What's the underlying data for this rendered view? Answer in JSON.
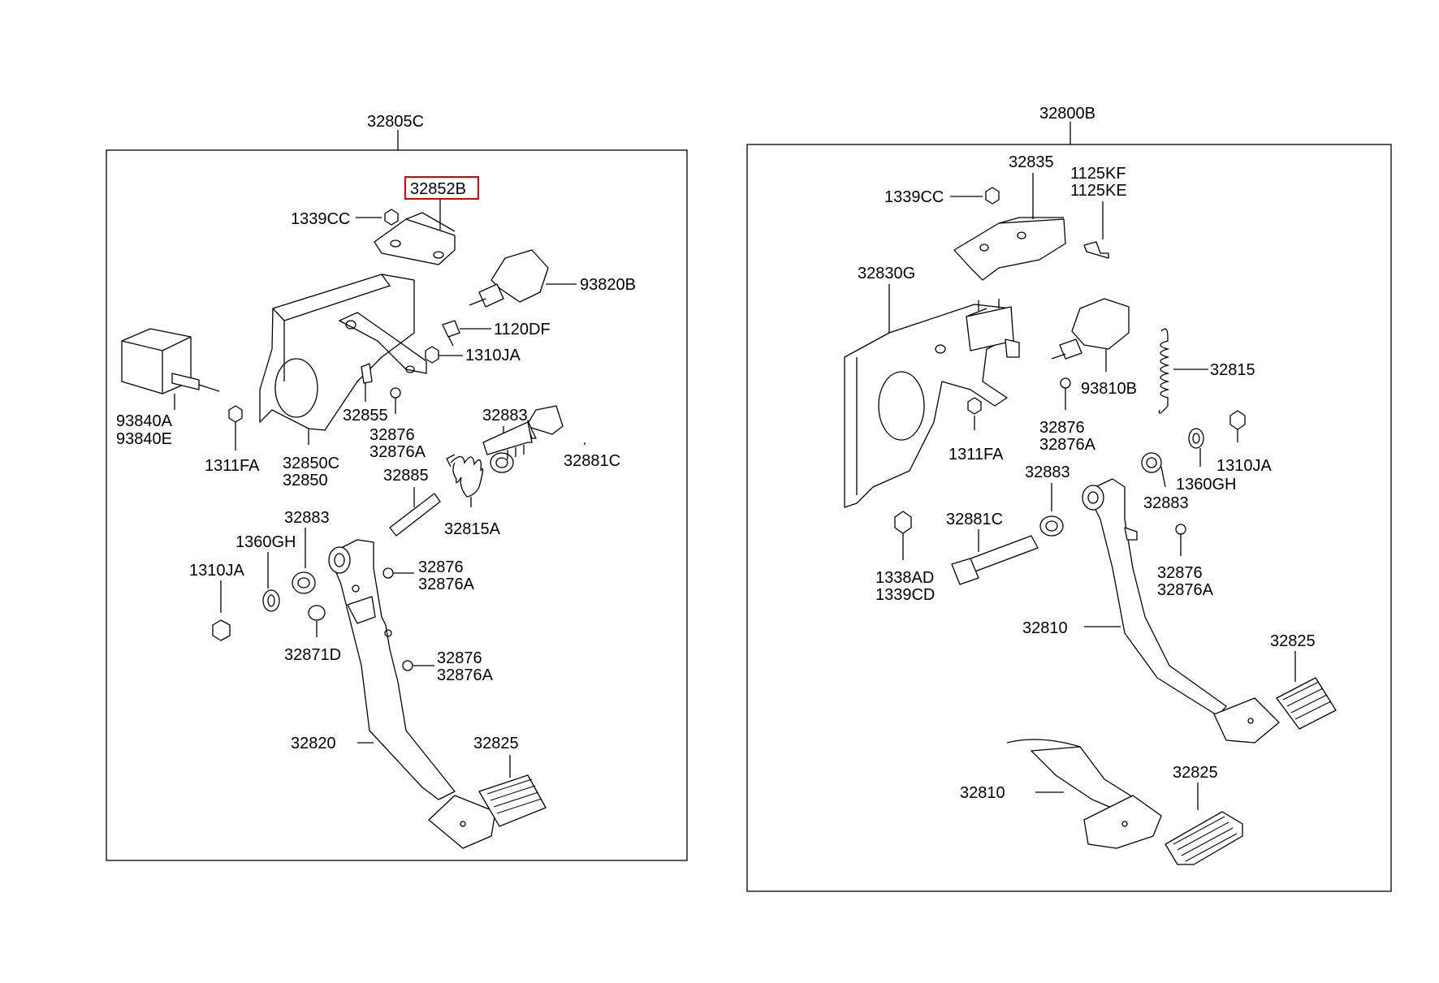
{
  "colors": {
    "line": "#000000",
    "highlight": "#e00000",
    "background": "#ffffff"
  },
  "left_assembly": {
    "title": "32805C",
    "labels": {
      "bracket_highlighted": "32852B",
      "nut_top": "1339CC",
      "switch_right": "93820B",
      "bolt_top": "1120DF",
      "nut_mid": "1310JA",
      "switch_left_a": "93840A",
      "switch_left_b": "93840E",
      "nut_left": "1311FA",
      "pin": "32855",
      "bushing_a1": "32876",
      "bushing_a2": "32876A",
      "bracket_a": "32850C",
      "bracket_b": "32850",
      "bushing_top": "32883",
      "bolt_long": "32881C",
      "sleeve": "32885",
      "spring": "32815A",
      "bushing_left": "32883",
      "washer": "1360GH",
      "nut_bottom": "1310JA",
      "bushing_b1": "32876",
      "bushing_b2": "32876A",
      "collar": "32871D",
      "bushing_c1": "32876",
      "bushing_c2": "32876A",
      "pedal_arm": "32820",
      "pad": "32825"
    }
  },
  "right_assembly": {
    "title": "32800B",
    "labels": {
      "bracket_top": "32835",
      "nut_top": "1339CC",
      "bolt_a": "1125KF",
      "bolt_b": "1125KE",
      "bracket_main": "32830G",
      "spring": "32815",
      "switch": "93810B",
      "nut_left": "1311FA",
      "bushing_a1": "32876",
      "bushing_a2": "32876A",
      "nut_right": "1310JA",
      "washer": "1360GH",
      "bushing_top": "32883",
      "bushing_right": "32883",
      "bolt_long": "32881C",
      "nut_bottom_a": "1338AD",
      "nut_bottom_b": "1339CD",
      "bushing_b1": "32876",
      "bushing_b2": "32876A",
      "pedal_arm": "32810",
      "pad_top": "32825",
      "pedal_arm_b": "32810",
      "pad_bottom": "32825"
    }
  }
}
